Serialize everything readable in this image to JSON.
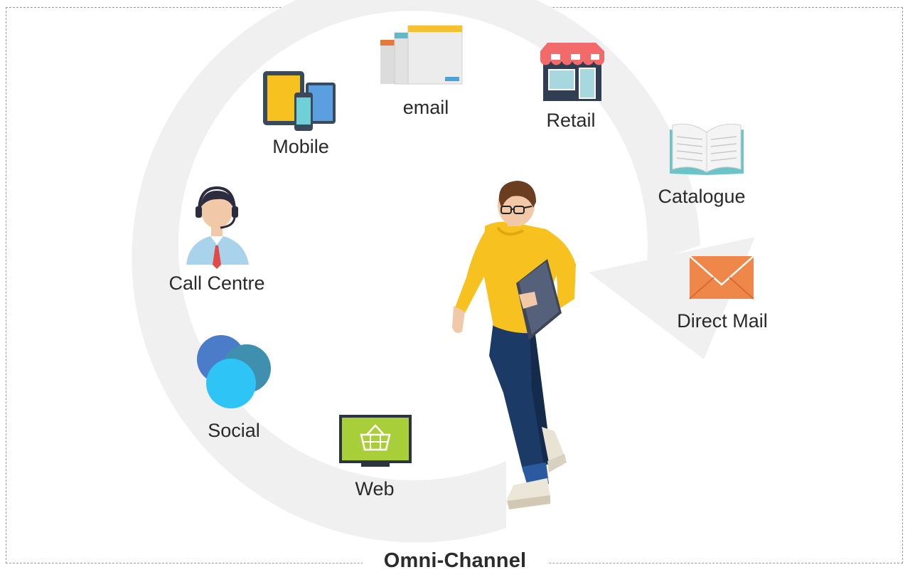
{
  "title": "Omni-Channel",
  "channels": [
    {
      "id": "email",
      "label": "email",
      "icon": "email-client-windows-icon"
    },
    {
      "id": "retail",
      "label": "Retail",
      "icon": "storefront-icon"
    },
    {
      "id": "catalogue",
      "label": "Catalogue",
      "icon": "open-book-icon"
    },
    {
      "id": "direct-mail",
      "label": "Direct Mail",
      "icon": "envelope-icon"
    },
    {
      "id": "mobile",
      "label": "Mobile",
      "icon": "tablet-phone-devices-icon"
    },
    {
      "id": "call-centre",
      "label": "Call Centre",
      "icon": "headset-agent-icon"
    },
    {
      "id": "social",
      "label": "Social",
      "icon": "overlapping-circles-icon"
    },
    {
      "id": "web",
      "label": "Web",
      "icon": "monitor-shopping-basket-icon"
    }
  ],
  "center_figure": "walking-customer-with-tablet",
  "colors": {
    "cycle_arrow": "#f0f0f0",
    "envelope": "#f0874a",
    "web_screen": "#a8cf3a",
    "social_blue": "#4a7cc9",
    "social_teal": "#3f8faf",
    "social_cyan": "#2ec4f6",
    "shirt": "#f7c21f",
    "jeans": "#1c3a66"
  }
}
